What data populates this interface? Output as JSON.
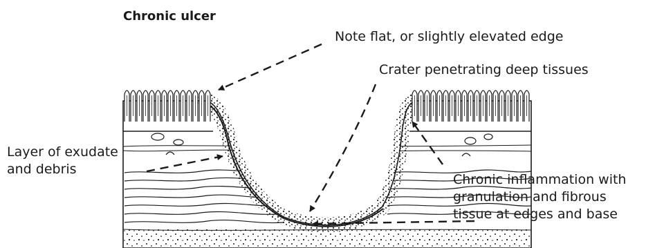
{
  "figure": {
    "title": "Chronic ulcer",
    "labels": {
      "edge": "Note flat, or slightly elevated edge",
      "crater": "Crater penetrating deep tissues",
      "exudate": "Layer of exudate\nand debris",
      "inflammation": "Chronic inflammation with\ngranulation and fibrous\ntissue at edges and base"
    },
    "icons": [
      "dashed-arrow-icon"
    ],
    "colors": {
      "ink": "#1a1a1a",
      "background": "#ffffff"
    }
  }
}
